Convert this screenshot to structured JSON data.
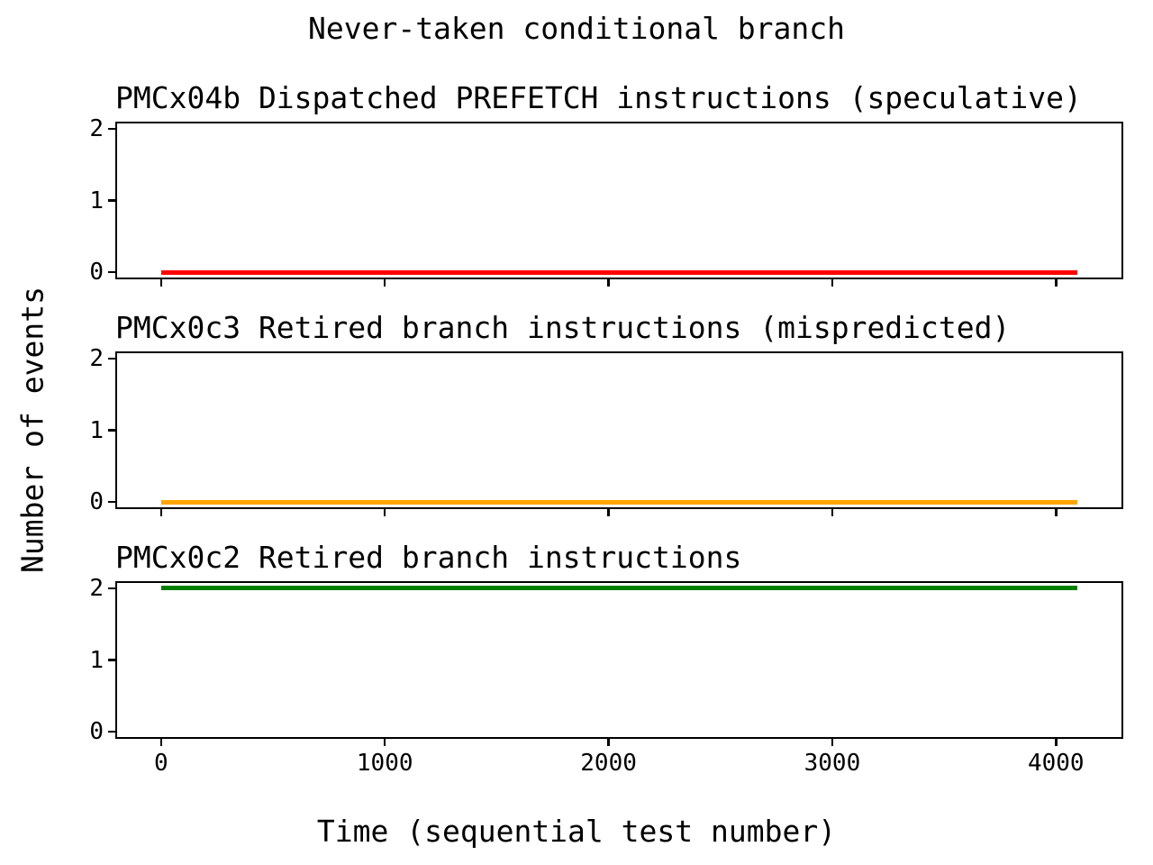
{
  "figure": {
    "background": "#ffffff",
    "axis_color": "#000000",
    "text_color": "#000000"
  },
  "chart_data": {
    "type": "line",
    "suptitle": "Never-taken conditional branch",
    "xlabel": "Time (sequential test number)",
    "ylabel": "Number of events",
    "grid": false,
    "legend": "none",
    "subplots": [
      {
        "title": "PMCx04b Dispatched PREFETCH instructions (speculative)",
        "xlim": [
          -204.8,
          4300.8
        ],
        "ylim": [
          -0.1,
          2.1
        ],
        "xticks": [
          0,
          1000,
          2000,
          3000,
          4000
        ],
        "yticks": [
          0,
          1,
          2
        ],
        "show_xtick_labels": false,
        "series": [
          {
            "name": "pmcx04b",
            "color": "#ff0000",
            "x": [
              0,
              4095
            ],
            "y": [
              0,
              0
            ]
          }
        ]
      },
      {
        "title": "PMCx0c3 Retired branch instructions (mispredicted)",
        "xlim": [
          -204.8,
          4300.8
        ],
        "ylim": [
          -0.1,
          2.1
        ],
        "xticks": [
          0,
          1000,
          2000,
          3000,
          4000
        ],
        "yticks": [
          0,
          1,
          2
        ],
        "show_xtick_labels": false,
        "series": [
          {
            "name": "pmcx0c3",
            "color": "#ffa500",
            "x": [
              0,
              4095
            ],
            "y": [
              0,
              0
            ]
          }
        ]
      },
      {
        "title": "PMCx0c2 Retired branch instructions",
        "xlim": [
          -204.8,
          4300.8
        ],
        "ylim": [
          -0.1,
          2.1
        ],
        "xticks": [
          0,
          1000,
          2000,
          3000,
          4000
        ],
        "yticks": [
          0,
          1,
          2
        ],
        "show_xtick_labels": true,
        "series": [
          {
            "name": "pmcx0c2",
            "color": "#008000",
            "x": [
              0,
              4095
            ],
            "y": [
              2,
              2
            ]
          }
        ]
      }
    ]
  }
}
